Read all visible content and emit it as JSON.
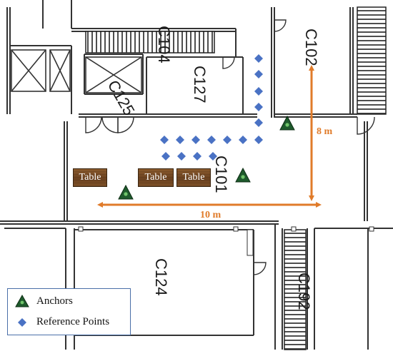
{
  "rooms": {
    "c104": "C104",
    "c102": "C102",
    "c127": "C127",
    "c125": "C125",
    "c101": "C101",
    "c124": "C124",
    "c192": "C192"
  },
  "tables": [
    "Table",
    "Table",
    "Table"
  ],
  "dimensions": {
    "horizontal": "10 m",
    "vertical": "8 m"
  },
  "legend": {
    "anchors": "Anchors",
    "reference_points": "Reference Points"
  },
  "colors": {
    "dimension_arrow": "#e07b2a",
    "reference_point": "#4a72c4",
    "anchor": "#1e5a2c",
    "table": "#6b4220",
    "legend_border": "#4a6fa8"
  },
  "icons": {
    "anchor": "anchor-triangle-icon",
    "reference_point": "reference-point-diamond-icon"
  }
}
